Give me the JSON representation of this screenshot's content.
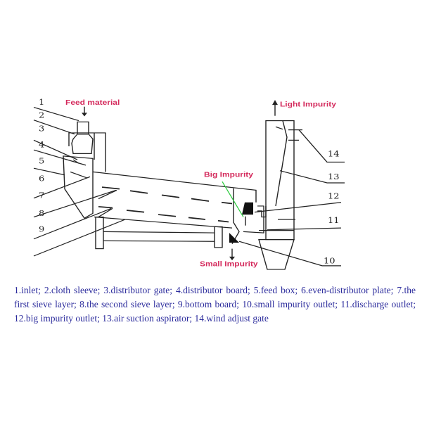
{
  "labels": {
    "feed": "Feed material",
    "light": "Light Impurity",
    "big": "Big Impurity",
    "small": "Small Impurity"
  },
  "numbers": [
    "1",
    "2",
    "3",
    "4",
    "5",
    "6",
    "7",
    "8",
    "9",
    "10",
    "11",
    "12",
    "13",
    "14"
  ],
  "legend_text": "1.inlet; 2.cloth sleeve; 3.distributor gate; 4.distributor board; 5.feed box;    6.even-distributor plate; 7.the first sieve layer; 8.the second sieve layer; 9.bottom board; 10.small impurity outlet; 11.discharge outlet; 12.big impurity outlet; 13.air suction aspirator; 14.wind adjust gate",
  "colors": {
    "annotation": "#d42a5c",
    "legend": "#2b2b9c",
    "pointer": "#2ecc40"
  }
}
